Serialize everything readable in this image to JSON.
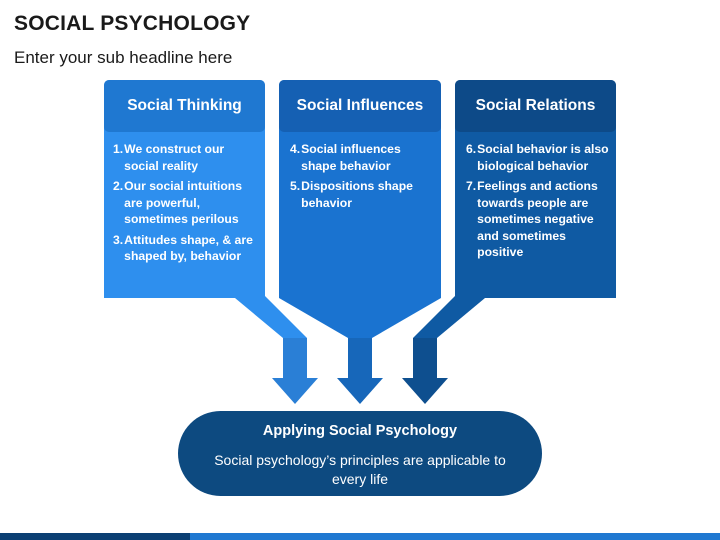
{
  "title": "SOCIAL PSYCHOLOGY",
  "subtitle": "Enter your sub headline here",
  "columns": [
    {
      "header": "Social Thinking",
      "header_color": "#1f78d1",
      "body_color": "#2e8fee",
      "funnel_color": "#2a7fd6",
      "items": [
        {
          "num": "1.",
          "text": "We construct our social reality"
        },
        {
          "num": "2.",
          "text": "Our social intuitions are powerful, sometimes perilous"
        },
        {
          "num": "3.",
          "text": "Attitudes shape, & are shaped by, behavior"
        }
      ]
    },
    {
      "header": "Social Influences",
      "header_color": "#1560b3",
      "body_color": "#1a73d0",
      "funnel_color": "#1767ba",
      "items": [
        {
          "num": "4.",
          "text": "Social influences shape behavior"
        },
        {
          "num": "5.",
          "text": "Dispositions shape behavior"
        }
      ]
    },
    {
      "header": "Social Relations",
      "header_color": "#0d4a88",
      "body_color": "#0f5aa3",
      "funnel_color": "#0e4f8f",
      "items": [
        {
          "num": "6.",
          "text": "Social behavior is also biological behavior"
        },
        {
          "num": "7.",
          "text": "Feelings and actions towards people are sometimes negative and sometimes positive"
        }
      ]
    }
  ],
  "result": {
    "title": "Applying Social Psychology",
    "text": "Social psychology’s principles are applicable to every life",
    "color": "#0d4a80"
  },
  "footer_colors": [
    "#0b3f73",
    "#1f78d1"
  ]
}
